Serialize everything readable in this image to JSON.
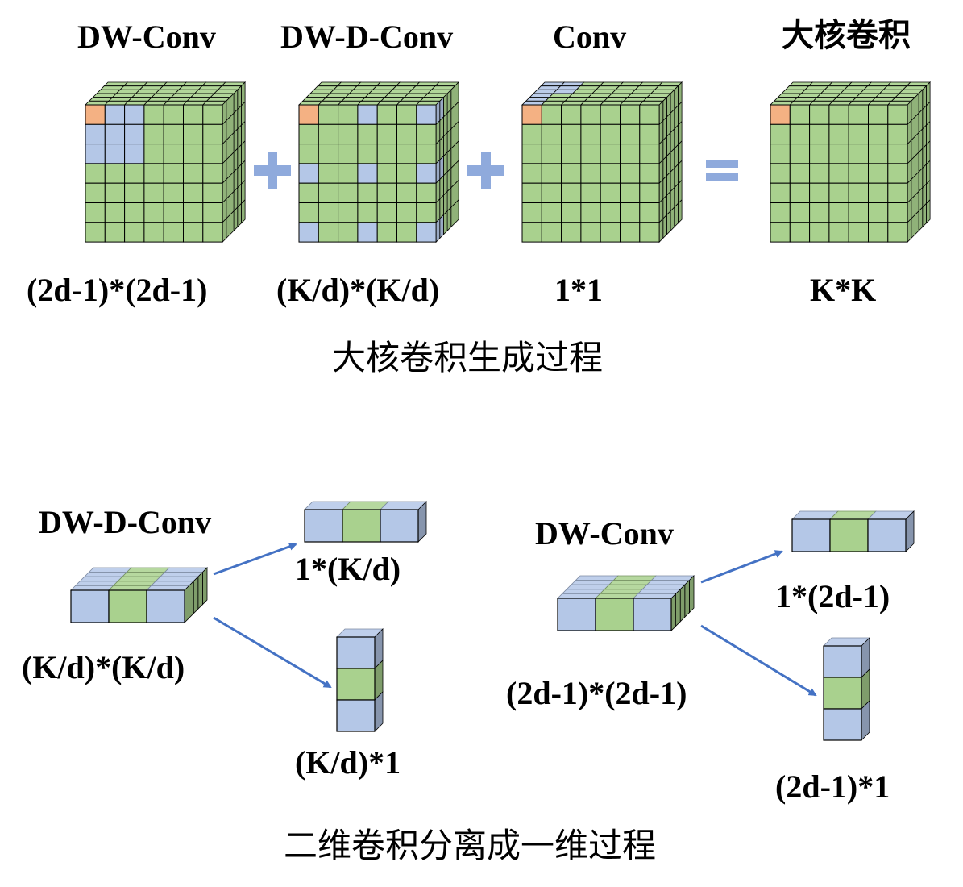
{
  "top": {
    "titles": {
      "dwconv": "DW-Conv",
      "dwdconv": "DW-D-Conv",
      "conv": "Conv",
      "large_kernel": "大核卷积"
    },
    "dims": {
      "dwconv": "(2d-1)*(2d-1)",
      "dwdconv": "(K/d)*(K/d)",
      "conv": "1*1",
      "large_kernel": "K*K"
    },
    "operators": {
      "plus1": "+",
      "plus2": "+",
      "equals": "="
    },
    "caption": "大核卷积生成过程"
  },
  "bottom": {
    "left": {
      "title": "DW-D-Conv",
      "input_dim": "(K/d)*(K/d)",
      "out_row_dim": "1*(K/d)",
      "out_col_dim": "(K/d)*1"
    },
    "right": {
      "title": "DW-Conv",
      "input_dim": "(2d-1)*(2d-1)",
      "out_row_dim": "1*(2d-1)",
      "out_col_dim": "(2d-1)*1"
    },
    "caption": "二维卷积分离成一维过程"
  },
  "colors": {
    "green": "#a9d18e",
    "blue": "#b4c7e7",
    "orange": "#f4b183",
    "arrow": "#4472c4",
    "operator": "#8faadc",
    "grid_line": "#000000"
  }
}
